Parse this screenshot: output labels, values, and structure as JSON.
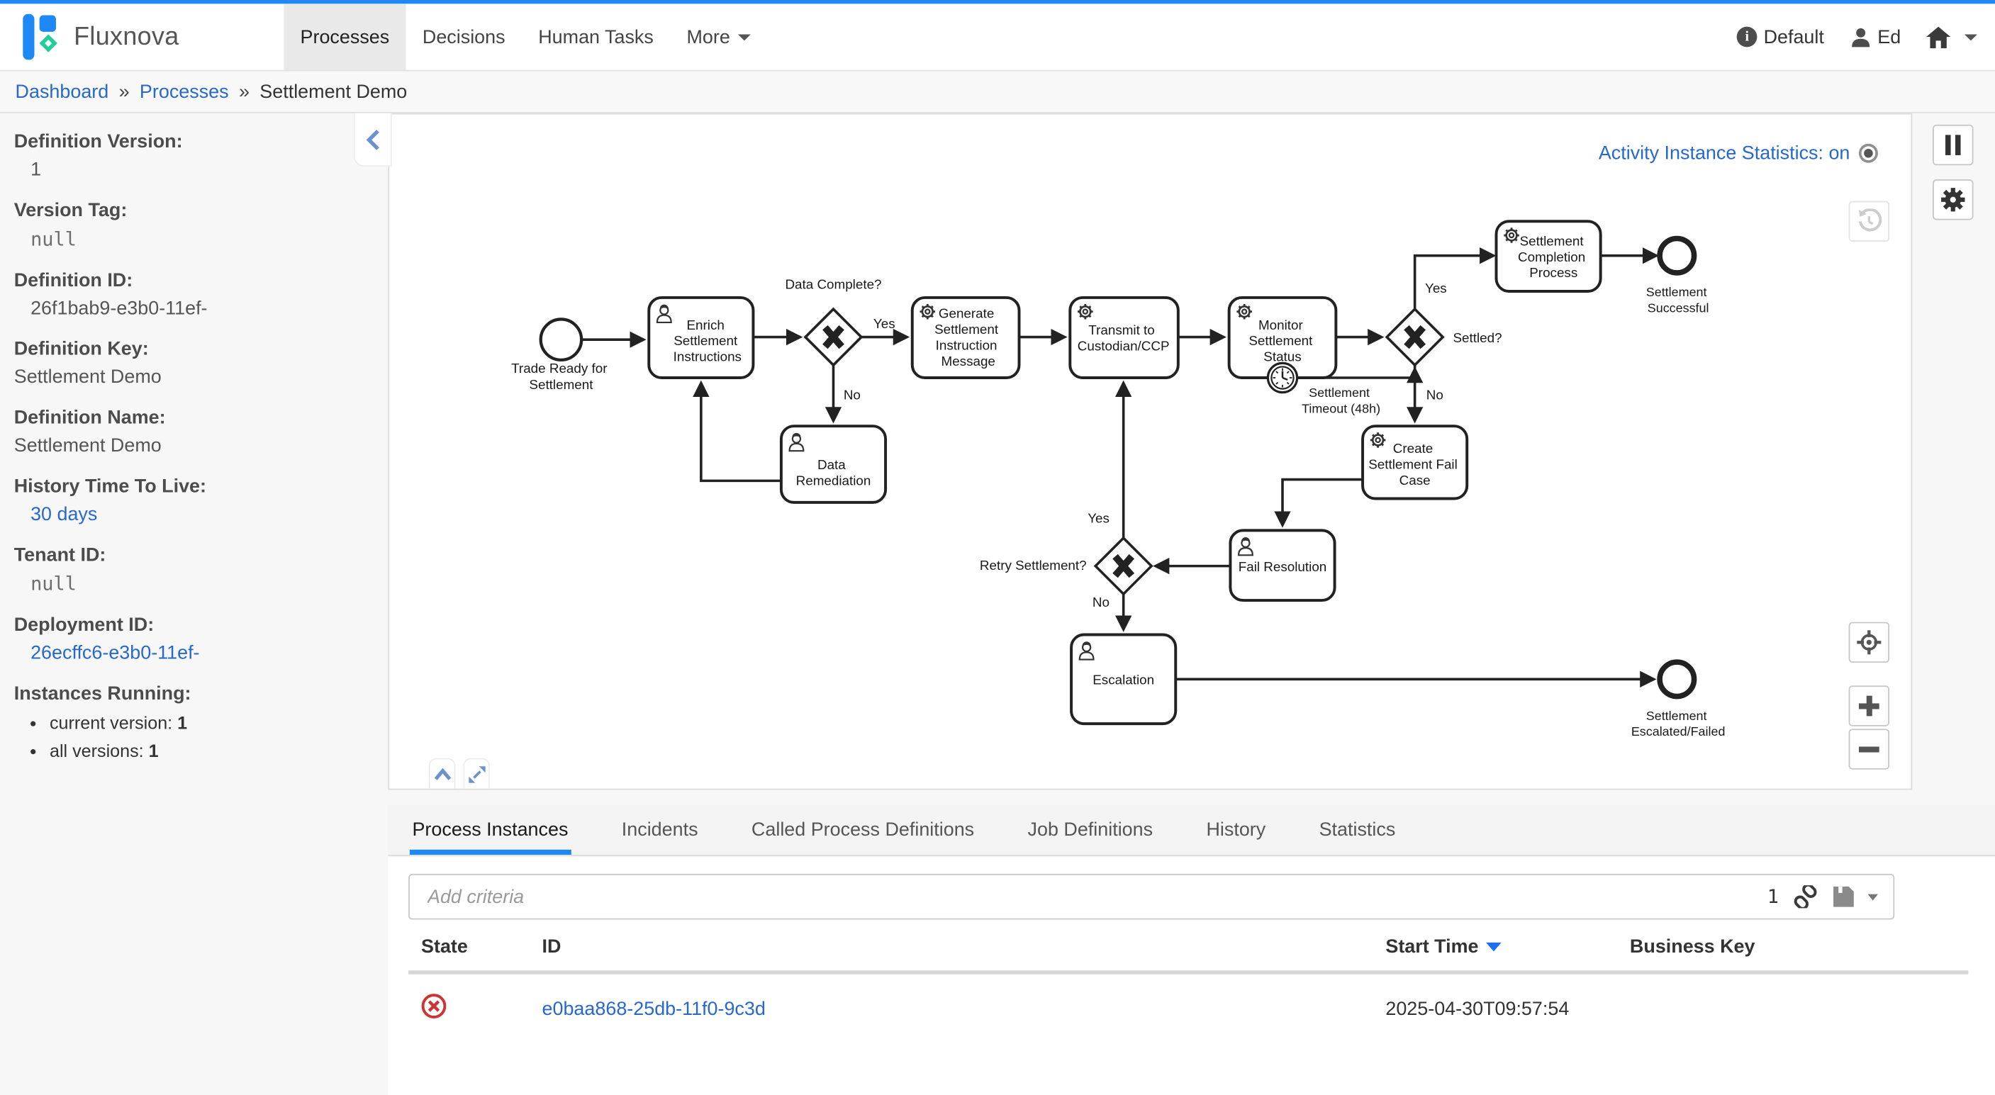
{
  "colors": {
    "accent_blue": "#1e88f7",
    "link_blue": "#2668d0",
    "logo_green": "#21ce99",
    "incident_red": "#cf3434",
    "diagram_stroke": "#222222",
    "tab_bar_bg": "#f4f4f4",
    "page_bg": "#f7f7f7"
  },
  "header": {
    "brand": "Fluxnova",
    "nav": [
      {
        "label": "Processes"
      },
      {
        "label": "Decisions"
      },
      {
        "label": "Human Tasks"
      },
      {
        "label": "More"
      }
    ],
    "engine": "Default",
    "user": "Ed"
  },
  "breadcrumb": {
    "sep": "»",
    "items": [
      {
        "label": "Dashboard"
      },
      {
        "label": "Processes"
      },
      {
        "label": "Settlement Demo"
      }
    ]
  },
  "sidebar": {
    "fields": [
      {
        "label": "Definition Version:",
        "value": "1"
      },
      {
        "label": "Version Tag:",
        "value": "null"
      },
      {
        "label": "Definition ID:",
        "value": "26f1bab9-e3b0-11ef-"
      },
      {
        "label": "Definition Key:",
        "value": "Settlement Demo"
      },
      {
        "label": "Definition Name:",
        "value": "Settlement Demo"
      },
      {
        "label": "History Time To Live:",
        "value": "30 days"
      },
      {
        "label": "Tenant ID:",
        "value": "null"
      },
      {
        "label": "Deployment ID:",
        "value": "26ecffc6-e3b0-11ef-"
      }
    ],
    "instances": {
      "label": "Instances Running:",
      "items": [
        {
          "label": "current version:",
          "value": "1"
        },
        {
          "label": "all versions:",
          "value": "1"
        }
      ]
    }
  },
  "diagram": {
    "stats_toggle": "Activity Instance Statistics: on",
    "nodes": {
      "start": [
        "Trade Ready for",
        "Settlement"
      ],
      "enrich": [
        "Enrich",
        "Settlement",
        "Instructions"
      ],
      "gw_data": "Data Complete?",
      "generate": [
        "Generate",
        "Settlement",
        "Instruction",
        "Message"
      ],
      "remediation": [
        "Data",
        "Remediation"
      ],
      "transmit": [
        "Transmit to",
        "Custodian/CCP"
      ],
      "monitor": [
        "Monitor",
        "Settlement",
        "Status"
      ],
      "timer": [
        "Settlement",
        "Timeout (48h)"
      ],
      "gw_settled": "Settled?",
      "completion": [
        "Settlement",
        "Completion",
        "Process"
      ],
      "end_success": [
        "Settlement",
        "Successful"
      ],
      "failcase": [
        "Create",
        "Settlement Fail",
        "Case"
      ],
      "failres": "Fail Resolution",
      "gw_retry": "Retry Settlement?",
      "escalation": "Escalation",
      "end_failed": [
        "Settlement",
        "Escalated/Failed"
      ]
    },
    "edges": {
      "data_yes": "Yes",
      "data_no": "No",
      "settled_yes": "Yes",
      "settled_no": "No",
      "retry_yes": "Yes",
      "retry_no": "No"
    }
  },
  "tabs": [
    {
      "label": "Process Instances"
    },
    {
      "label": "Incidents"
    },
    {
      "label": "Called Process Definitions"
    },
    {
      "label": "Job Definitions"
    },
    {
      "label": "History"
    },
    {
      "label": "Statistics"
    }
  ],
  "criteria": {
    "placeholder": "Add criteria",
    "count": "1"
  },
  "table": {
    "headers": [
      "State",
      "ID",
      "Start Time",
      "Business Key"
    ],
    "rows": [
      {
        "state": "incident",
        "id": "e0baa868-25db-11f0-9c3d",
        "start_time": "2025-04-30T09:57:54",
        "business_key": ""
      }
    ]
  }
}
